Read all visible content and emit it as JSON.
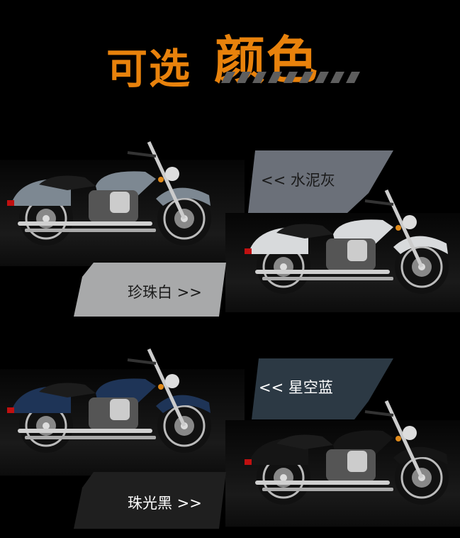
{
  "header": {
    "title_part1": "可选",
    "title_part2": "颜色",
    "accent_color": "#e8820c"
  },
  "colors": [
    {
      "label": "<< 水泥灰",
      "banner_color": "#6b7079",
      "text_color": "#1a1a1a",
      "body_color": "#7d8892"
    },
    {
      "label": "珍珠白 >>",
      "banner_color": "#a8a9aa",
      "text_color": "#1a1a1a",
      "body_color": "#d8dadc"
    },
    {
      "label": "<< 星空蓝",
      "banner_color": "#2c3944",
      "text_color": "#ffffff",
      "body_color": "#1e3457"
    },
    {
      "label": "珠光黑 >>",
      "banner_color": "#1f1f1f",
      "text_color": "#ffffff",
      "body_color": "#151515"
    }
  ]
}
